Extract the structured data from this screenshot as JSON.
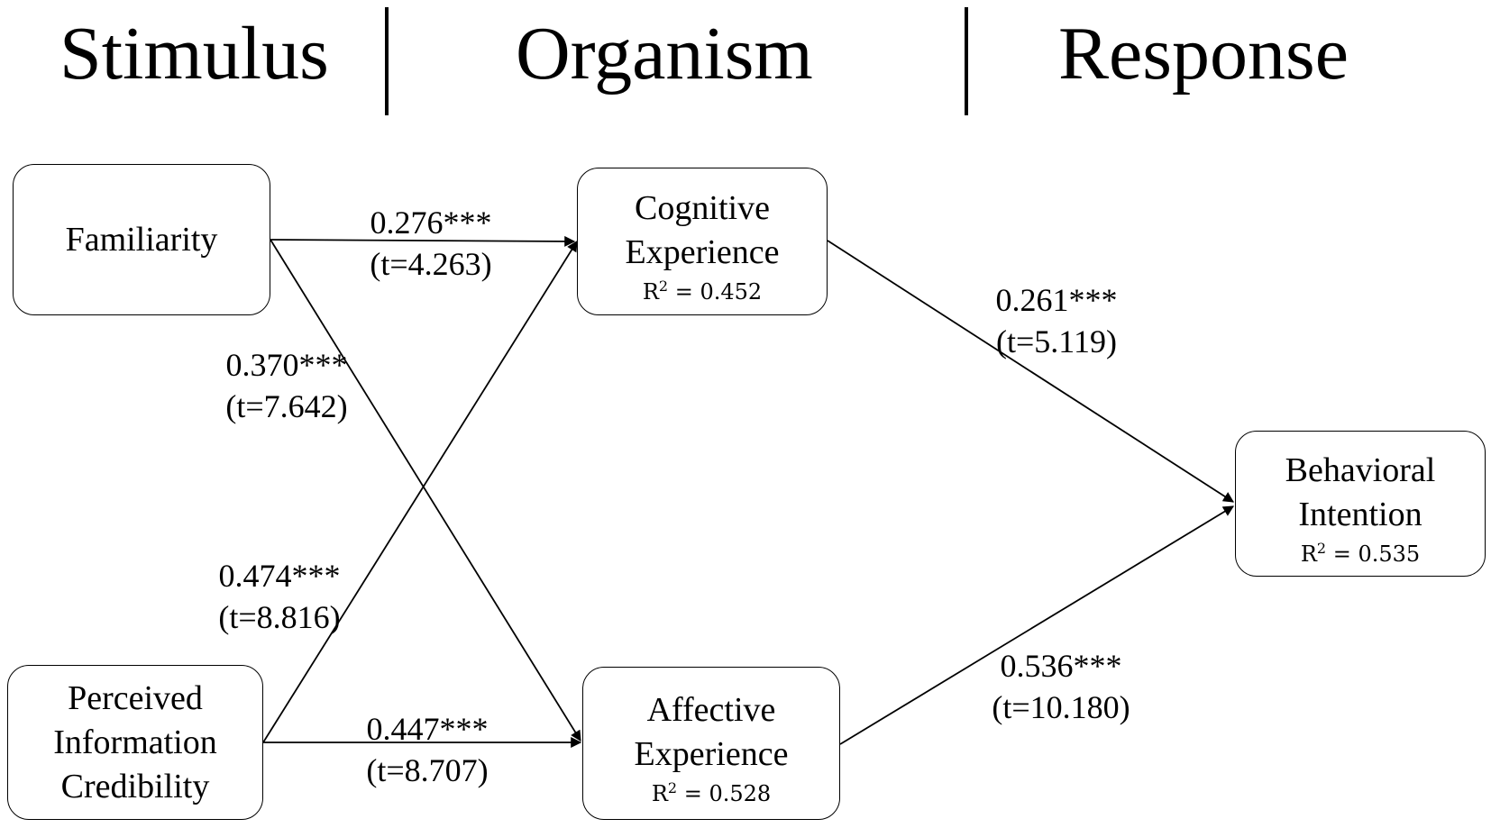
{
  "headers": {
    "stimulus": "Stimulus",
    "organism": "Organism",
    "response": "Response"
  },
  "nodes": {
    "familiarity": {
      "line1": "Familiarity"
    },
    "credibility": {
      "line1": "Perceived",
      "line2": "Information",
      "line3": "Credibility"
    },
    "cognitive": {
      "line1": "Cognitive",
      "line2": "Experience",
      "r2_label": "R",
      "r2_sup": "2",
      "r2_value": " = 0.452"
    },
    "affective": {
      "line1": "Affective",
      "line2": "Experience",
      "r2_label": "R",
      "r2_sup": "2",
      "r2_value": " = 0.528"
    },
    "intention": {
      "line1": "Behavioral",
      "line2": "Intention",
      "r2_label": "R",
      "r2_sup": "2",
      "r2_value": " = 0.535"
    }
  },
  "paths": {
    "fam_cog": {
      "coef": "0.276***",
      "t": "(t=4.263)"
    },
    "fam_aff": {
      "coef": "0.370***",
      "t": "(t=7.642)"
    },
    "cred_cog": {
      "coef": "0.474***",
      "t": "(t=8.816)"
    },
    "cred_aff": {
      "coef": "0.447***",
      "t": "(t=8.707)"
    },
    "cog_int": {
      "coef": "0.261***",
      "t": "(t=5.119)"
    },
    "aff_int": {
      "coef": "0.536***",
      "t": "(t=10.180)"
    }
  }
}
